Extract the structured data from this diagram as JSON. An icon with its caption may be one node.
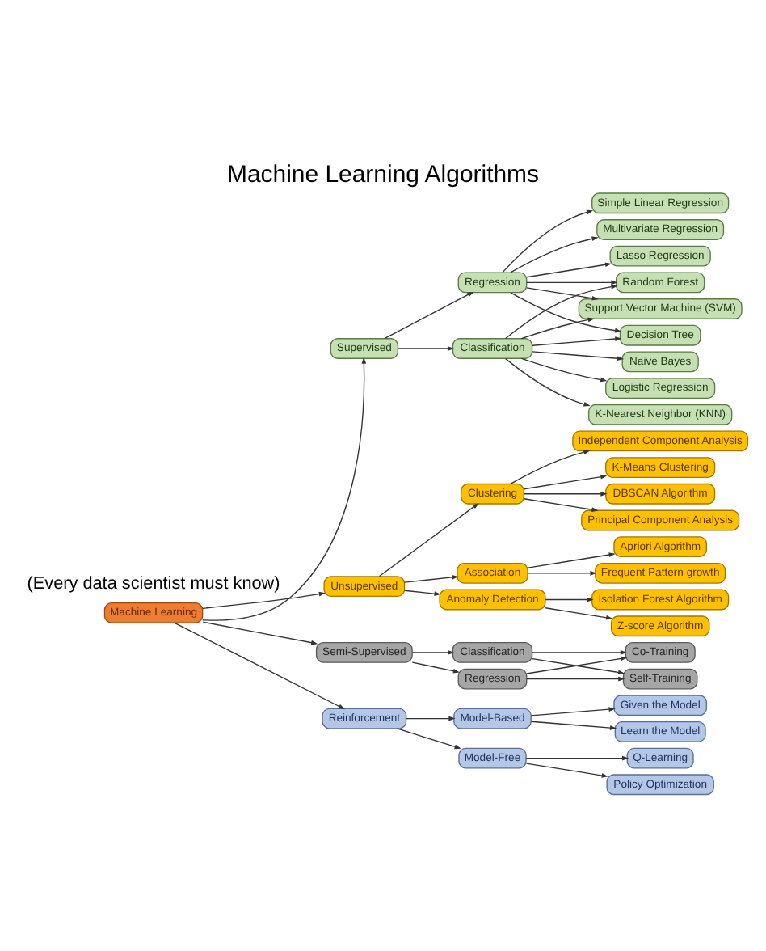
{
  "diagram": {
    "title": "Machine Learning Algorithms",
    "nodes": [
      {
        "text": [
          "Machine Learning"
        ]
      },
      {
        "text": [
          "Supervised"
        ]
      },
      {
        "text": [
          "Classification"
        ]
      },
      {
        "text": [
          "Regression"
        ]
      },
      {
        "text": [
          "Naive Bayes"
        ]
      },
      {
        "text": [
          "Logistic Regression"
        ]
      },
      {
        "text": [
          "K-Nearest Neighbor (KNN)"
        ]
      },
      {
        "text": [
          "Random Forest"
        ]
      },
      {
        "text": [
          "Support Vector Machine (SVM)"
        ]
      },
      {
        "text": [
          "Decision Tree"
        ]
      },
      {
        "text": [
          "Simple Linear Regression"
        ]
      },
      {
        "text": [
          "Multivariate Regression"
        ]
      },
      {
        "text": [
          "Lasso Regression"
        ]
      },
      {
        "text": [
          "Unsupervised"
        ]
      },
      {
        "text": [
          "Clustering"
        ]
      },
      {
        "text": [
          "Association"
        ]
      },
      {
        "text": [
          "Anomaly Detection"
        ]
      },
      {
        "text": [
          "K-Means Clustering"
        ]
      },
      {
        "text": [
          "DBSCAN Algorithm"
        ]
      },
      {
        "text": [
          "Principal Component Analysis"
        ]
      },
      {
        "text": [
          "Independent Component Analysis"
        ]
      },
      {
        "text": [
          "Frequent Pattern growth"
        ]
      },
      {
        "text": [
          "Apriori Algorithm"
        ]
      },
      {
        "text": [
          "Z-score Algorithm"
        ]
      },
      {
        "text": [
          "Isolation Forest Algorithm"
        ]
      },
      {
        "text": [
          "Semi-Supervised"
        ]
      },
      {
        "text": [
          "Classification"
        ]
      },
      {
        "text": [
          "Regression"
        ]
      },
      {
        "text": [
          "Self-Training"
        ]
      },
      {
        "text": [
          "Co-Training"
        ]
      },
      {
        "text": [
          "Reinforcement"
        ]
      },
      {
        "text": [
          "Model-Free"
        ]
      },
      {
        "text": [
          "Model-Based"
        ]
      },
      {
        "text": [
          "Policy Optimization"
        ]
      },
      {
        "text": [
          "Q-Learning"
        ]
      },
      {
        "text": [
          "Learn the Model"
        ]
      },
      {
        "text": [
          "Given the Model"
        ]
      }
    ],
    "edges": [
      {
        "from": 0,
        "to": 1,
        "arrow": "to"
      },
      {
        "from": 1,
        "to": 2,
        "arrow": "to"
      },
      {
        "from": 1,
        "to": 3,
        "arrow": "to"
      },
      {
        "from": 2,
        "to": 4,
        "arrow": "to"
      },
      {
        "from": 2,
        "to": 5,
        "arrow": "to"
      },
      {
        "from": 2,
        "to": 6,
        "arrow": "to"
      },
      {
        "from": 2,
        "to": 7,
        "arrow": "to"
      },
      {
        "from": 2,
        "to": 8,
        "arrow": "to"
      },
      {
        "from": 2,
        "to": 9,
        "arrow": "to"
      },
      {
        "from": 3,
        "to": 7,
        "arrow": "to"
      },
      {
        "from": 3,
        "to": 8,
        "arrow": "to"
      },
      {
        "from": 3,
        "to": 9,
        "arrow": "to"
      },
      {
        "from": 3,
        "to": 10,
        "arrow": "to"
      },
      {
        "from": 3,
        "to": 11,
        "arrow": "to"
      },
      {
        "from": 3,
        "to": 12,
        "arrow": "to"
      },
      {
        "from": 0,
        "to": 13,
        "arrow": "to"
      },
      {
        "from": 13,
        "to": 14,
        "arrow": "to"
      },
      {
        "from": 13,
        "to": 15,
        "arrow": "to"
      },
      {
        "from": 13,
        "to": 16,
        "arrow": "to"
      },
      {
        "from": 14,
        "to": 17,
        "arrow": "to"
      },
      {
        "from": 14,
        "to": 18,
        "arrow": "to"
      },
      {
        "from": 14,
        "to": 19,
        "arrow": "to"
      },
      {
        "from": 14,
        "to": 20,
        "arrow": "to"
      },
      {
        "from": 15,
        "to": 21,
        "arrow": "to"
      },
      {
        "from": 15,
        "to": 22,
        "arrow": "to"
      },
      {
        "from": 16,
        "to": 23,
        "arrow": "to"
      },
      {
        "from": 16,
        "to": 24,
        "arrow": "to"
      },
      {
        "from": 0,
        "to": 25,
        "arrow": "to"
      },
      {
        "from": 25,
        "to": 26,
        "arrow": "to"
      },
      {
        "from": 25,
        "to": 27,
        "arrow": "to"
      },
      {
        "from": 26,
        "to": 28,
        "arrow": "to"
      },
      {
        "from": 26,
        "to": 29,
        "arrow": "to"
      },
      {
        "from": 27,
        "to": 28,
        "arrow": "to"
      },
      {
        "from": 27,
        "to": 29,
        "arrow": "to"
      },
      {
        "from": 0,
        "to": 30,
        "arrow": "to"
      },
      {
        "from": 30,
        "to": 31,
        "arrow": "to"
      },
      {
        "from": 30,
        "to": 32,
        "arrow": "to"
      },
      {
        "from": 31,
        "to": 33,
        "arrow": "to"
      },
      {
        "from": 31,
        "to": 34,
        "arrow": "to"
      },
      {
        "from": 32,
        "to": 35,
        "arrow": "to"
      },
      {
        "from": 32,
        "to": 36,
        "arrow": "to"
      }
    ],
    "labels": [
      "(Every data scientist must know)"
    ]
  }
}
